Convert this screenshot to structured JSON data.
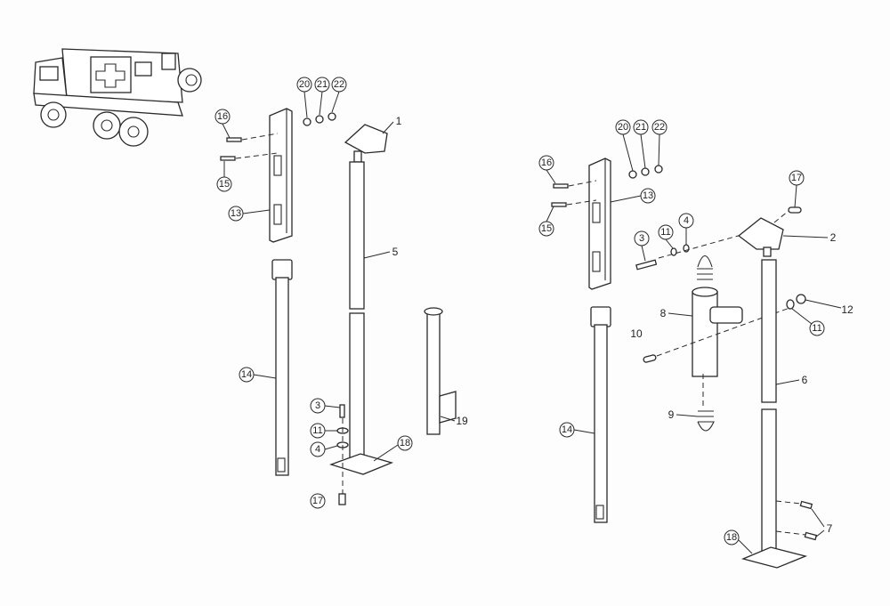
{
  "title": "Exploded parts diagram - ambulance stretcher support poles",
  "callouts": {
    "left": [
      "20",
      "21",
      "22",
      "16",
      "15",
      "13",
      "1",
      "5",
      "14",
      "3",
      "11",
      "4",
      "18",
      "17",
      "19"
    ],
    "right": [
      "20",
      "21",
      "22",
      "16",
      "15",
      "13",
      "17",
      "2",
      "3",
      "11",
      "4",
      "8",
      "12",
      "11",
      "10",
      "6",
      "9",
      "14",
      "7",
      "18"
    ]
  }
}
